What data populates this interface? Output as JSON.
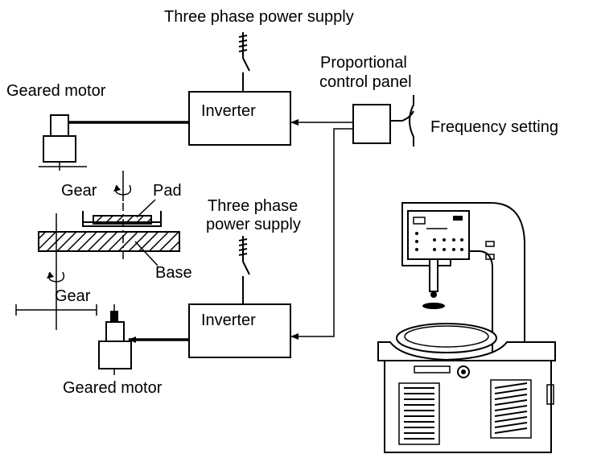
{
  "labels": {
    "three_phase_top": "Three phase power supply",
    "proportional_line1": "Proportional",
    "proportional_line2": "control panel",
    "frequency_setting": "Frequency setting",
    "geared_motor_top": "Geared motor",
    "inverter_top": "Inverter",
    "gear_top": "Gear",
    "pad": "Pad",
    "three_phase_mid_line1": "Three phase",
    "three_phase_mid_line2": "power supply",
    "base": "Base",
    "gear_bottom": "Gear",
    "inverter_bottom": "Inverter",
    "geared_motor_bottom": "Geared motor"
  }
}
